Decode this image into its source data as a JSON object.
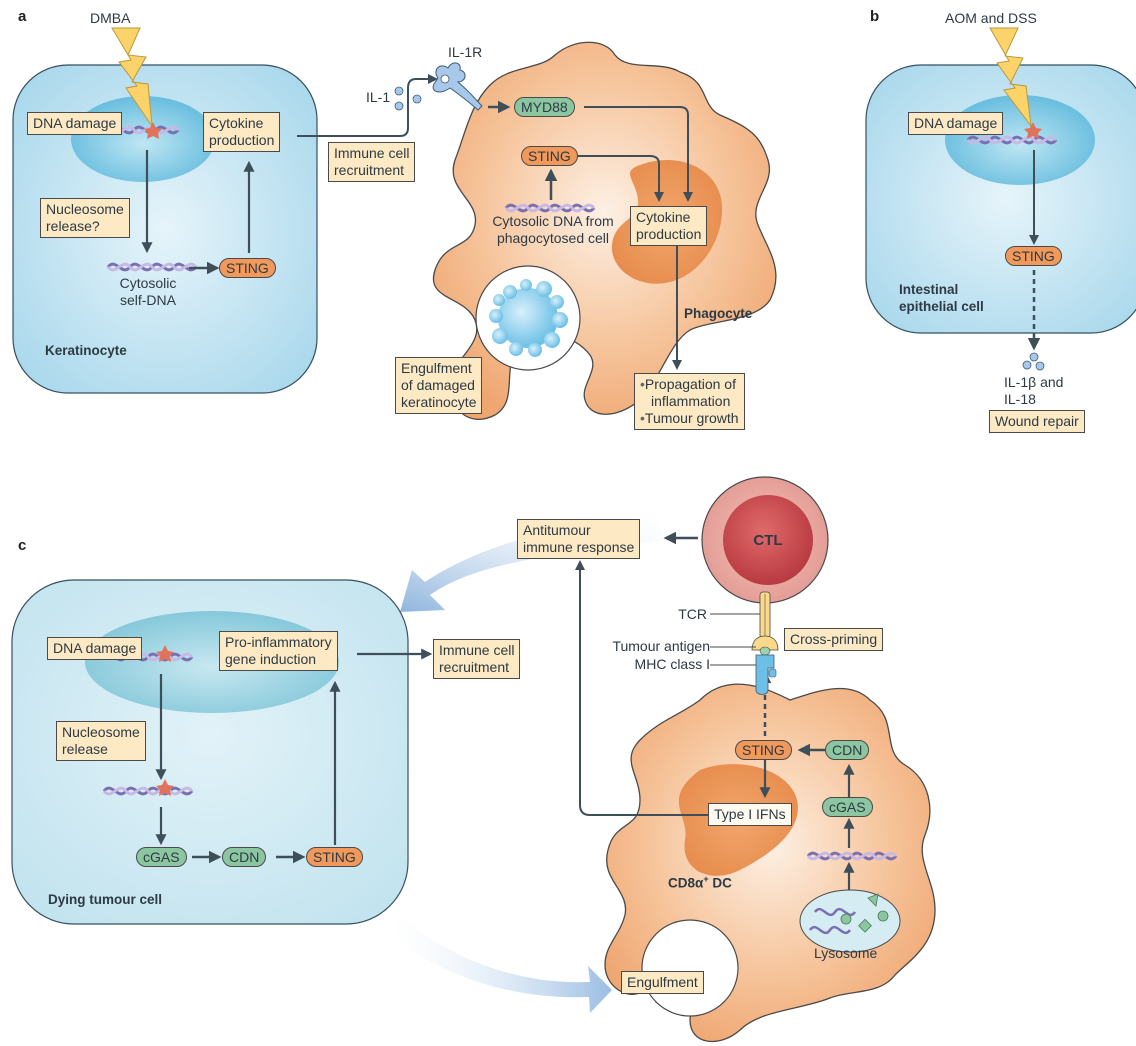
{
  "figure": {
    "panels": {
      "a": {
        "letter": "a",
        "stimulus": "DMBA",
        "keratinocyte": {
          "cell_name": "Keratinocyte",
          "dna_damage": "DNA damage",
          "cytokine_production": [
            "Cytokine",
            "production"
          ],
          "nucleosome_release": [
            "Nucleosome",
            "release?"
          ],
          "cytosolic_self_dna": [
            "Cytosolic",
            "self-DNA"
          ],
          "sting": "STING"
        },
        "immune_cell_recruitment": [
          "Immune cell",
          "recruitment"
        ],
        "il1": "IL-1",
        "il1r": "IL-1R",
        "phagocyte": {
          "cell_name": "Phagocyte",
          "myd88": "MYD88",
          "sting": "STING",
          "cytosolic_dna": [
            "Cytosolic DNA from",
            "phagocytosed cell"
          ],
          "cytokine_production": [
            "Cytokine",
            "production"
          ],
          "engulfment": [
            "Engulfment",
            "of damaged",
            "keratinocyte"
          ],
          "outcomes": [
            "Propagation of",
            "inflammation",
            "Tumour growth"
          ]
        }
      },
      "b": {
        "letter": "b",
        "stimulus": "AOM and DSS",
        "cell_name": [
          "Intestinal",
          "epithelial cell"
        ],
        "dna_damage": "DNA damage",
        "sting": "STING",
        "cytokines": [
          "IL-1β and",
          "IL-18"
        ],
        "outcome": "Wound repair"
      },
      "c": {
        "letter": "c",
        "dying_cell": {
          "cell_name": "Dying tumour cell",
          "dna_damage": "DNA damage",
          "pro_inflammatory": [
            "Pro-inflammatory",
            "gene induction"
          ],
          "nucleosome_release": [
            "Nucleosome",
            "release"
          ],
          "cgas": "cGAS",
          "cdn": "CDN",
          "sting": "STING"
        },
        "immune_cell_recruitment": [
          "Immune cell",
          "recruitment"
        ],
        "antitumour_response": [
          "Antitumour",
          "immune response"
        ],
        "ctl": "CTL",
        "tcr": "TCR",
        "tumour_antigen": "Tumour antigen",
        "mhc_class_i": "MHC class I",
        "cross_priming": "Cross-priming",
        "dc": {
          "cell_name_main": "CD8α",
          "cell_name_sup": "+",
          "cell_name_suffix": " DC",
          "sting": "STING",
          "cdn": "CDN",
          "cgas": "cGAS",
          "type_i_ifns": "Type I IFNs",
          "lysosome": "Lysosome"
        },
        "engulfment": "Engulfment"
      }
    },
    "colors": {
      "cell_blue": "#bfe3f1",
      "nucleus_blue": "#7cc5df",
      "phagocyte_orange": "#f3b98a",
      "nucleus_orange": "#eb9a5c",
      "label_box": "#fde9c3",
      "sting_orange": "#f0995a",
      "green_pill": "#8cc6a1",
      "ctl_outer": "#e9a39c",
      "ctl_inner": "#c9464b",
      "arrow_dark": "#3f4f5a",
      "bolt_yellow": "#fcd36a"
    }
  }
}
